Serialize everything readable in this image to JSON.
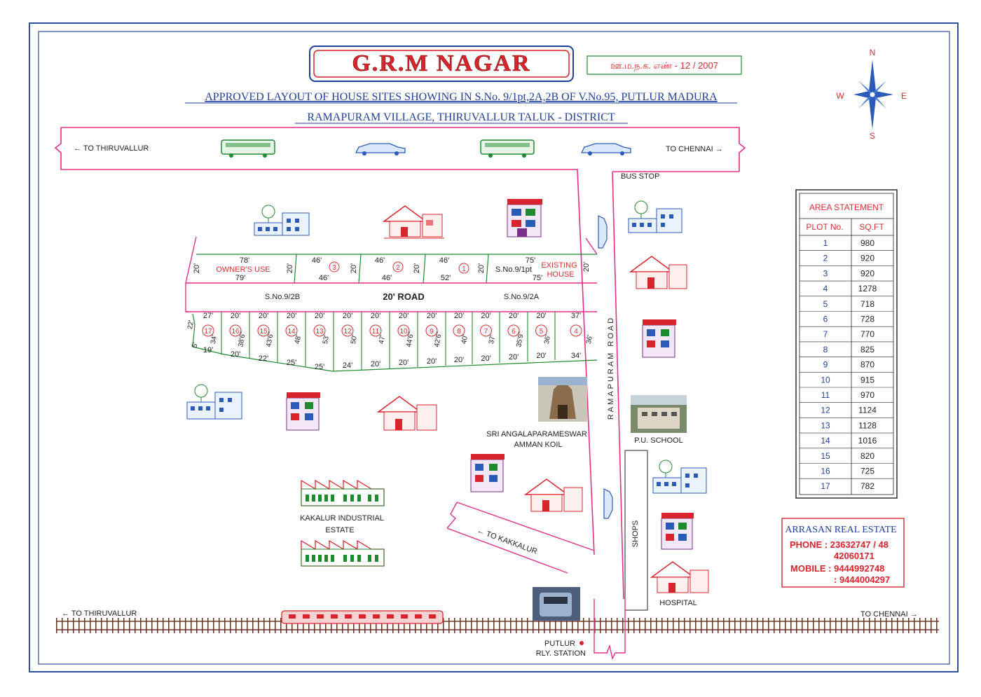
{
  "title": {
    "main": "G.R.M NAGAR",
    "approval": "ஊ.ம.ந.க. எண் - 12 / 2007",
    "subtitle_line1": "APPROVED LAYOUT OF HOUSE SITES SHOWING IN S.No. 9/1pt,2A,2B OF V.No.95, PUTLUR MADURA",
    "subtitle_line2": "RAMAPURAM VILLAGE, THIRUVALLUR TALUK - DISTRICT"
  },
  "compass": {
    "n": "N",
    "s": "S",
    "e": "E",
    "w": "W"
  },
  "labels": {
    "to_thiruvallur_top": "← TO THIRUVALLUR",
    "to_chennai_top": "TO CHENNAI →",
    "bus_stop": "BUS STOP",
    "owners_use": "OWNER'S USE",
    "existing_house_1": "EXISTING",
    "existing_house_2": "HOUSE",
    "sno_91pt": "S.No.9/1pt",
    "sno_92b": "S.No.9/2B",
    "sno_92a": "S.No.9/2A",
    "road_20": "20' ROAD",
    "ramapuram_road": "RAMAPURAM ROAD",
    "temple_1": "SRI ANGALAPARAMESWAR",
    "temple_2": "AMMAN KOIL",
    "pu_school": "P.U. SCHOOL",
    "kakalur_estate_1": "KAKALUR INDUSTRIAL",
    "kakalur_estate_2": "ESTATE",
    "to_kakkalur": "← TO KAKKALUR",
    "shops": "SHOPS",
    "hospital": "HOSPITAL",
    "to_thiruvallur_bottom": "← TO THIRUVALLUR",
    "to_chennai_bottom": "TO CHENNAI →",
    "putlur": "PUTLUR",
    "rly_station": "RLY. STATION"
  },
  "area_statement": {
    "title": "AREA STATEMENT",
    "col_plot": "PLOT No.",
    "col_sqft": "SQ.FT",
    "rows": [
      {
        "plot": "1",
        "sqft": "980"
      },
      {
        "plot": "2",
        "sqft": "920"
      },
      {
        "plot": "3",
        "sqft": "920"
      },
      {
        "plot": "4",
        "sqft": "1278"
      },
      {
        "plot": "5",
        "sqft": "718"
      },
      {
        "plot": "6",
        "sqft": "728"
      },
      {
        "plot": "7",
        "sqft": "770"
      },
      {
        "plot": "8",
        "sqft": "825"
      },
      {
        "plot": "9",
        "sqft": "870"
      },
      {
        "plot": "10",
        "sqft": "915"
      },
      {
        "plot": "11",
        "sqft": "970"
      },
      {
        "plot": "12",
        "sqft": "1124"
      },
      {
        "plot": "13",
        "sqft": "1128"
      },
      {
        "plot": "14",
        "sqft": "1016"
      },
      {
        "plot": "15",
        "sqft": "820"
      },
      {
        "plot": "16",
        "sqft": "725"
      },
      {
        "plot": "17",
        "sqft": "782"
      }
    ]
  },
  "contact": {
    "company": "ARRASAN REAL ESTATE",
    "phone_1": "PHONE : 23632747 / 48",
    "phone_2": "42060171",
    "mobile_1": "MOBILE : 9444992748",
    "mobile_2": ": 9444004297"
  },
  "upper_plots": {
    "owners_top": "78'",
    "owners_bottom": "79'",
    "owners_side_l": "20'",
    "owners_side_r": "20'",
    "p3": "3",
    "p3_top": "46'",
    "p3_bottom": "46'",
    "p3_side": "20'",
    "p2": "2",
    "p2_top": "46'",
    "p2_bottom": "46'",
    "p2_side": "20'",
    "p1": "1",
    "p1_top": "46'",
    "p1_bottom": "52'",
    "p1_side": "20'",
    "ex_top": "75'",
    "ex_bottom": "75'",
    "ex_side": "20'"
  },
  "lower_plots": [
    {
      "no": "17",
      "top": "27'",
      "bottom": "19'",
      "left": "22'",
      "right": "34'",
      "extra": "5'"
    },
    {
      "no": "16",
      "top": "20'",
      "bottom": "20'",
      "right": "38'6\""
    },
    {
      "no": "15",
      "top": "20'",
      "bottom": "22'",
      "right": "43'6\""
    },
    {
      "no": "14",
      "top": "20'",
      "bottom": "25'",
      "right": "48'"
    },
    {
      "no": "13",
      "top": "20'",
      "bottom": "25'",
      "right": "53'"
    },
    {
      "no": "12",
      "top": "20'",
      "bottom": "24'",
      "right": "50'"
    },
    {
      "no": "11",
      "top": "20'",
      "bottom": "20'",
      "right": "47'"
    },
    {
      "no": "10",
      "top": "20'",
      "bottom": "20'",
      "right": "44'6\""
    },
    {
      "no": "9",
      "top": "20'",
      "bottom": "20'",
      "right": "42'6\""
    },
    {
      "no": "8",
      "top": "20'",
      "bottom": "20'",
      "right": "40'"
    },
    {
      "no": "7",
      "top": "20'",
      "bottom": "20'",
      "right": "37'"
    },
    {
      "no": "6",
      "top": "20'",
      "bottom": "20'",
      "right": "35'9\""
    },
    {
      "no": "5",
      "top": "20'",
      "bottom": "20'",
      "right": "36'"
    },
    {
      "no": "4",
      "top": "37'",
      "bottom": "34'",
      "right": "36'"
    }
  ],
  "colors": {
    "border": "#2e4f9e",
    "road": "#e0308a",
    "plot_line": "#1e8a2e",
    "plot_no": "#d6302f",
    "text_blue": "#1f3f9a",
    "title_red": "#d8242b"
  }
}
